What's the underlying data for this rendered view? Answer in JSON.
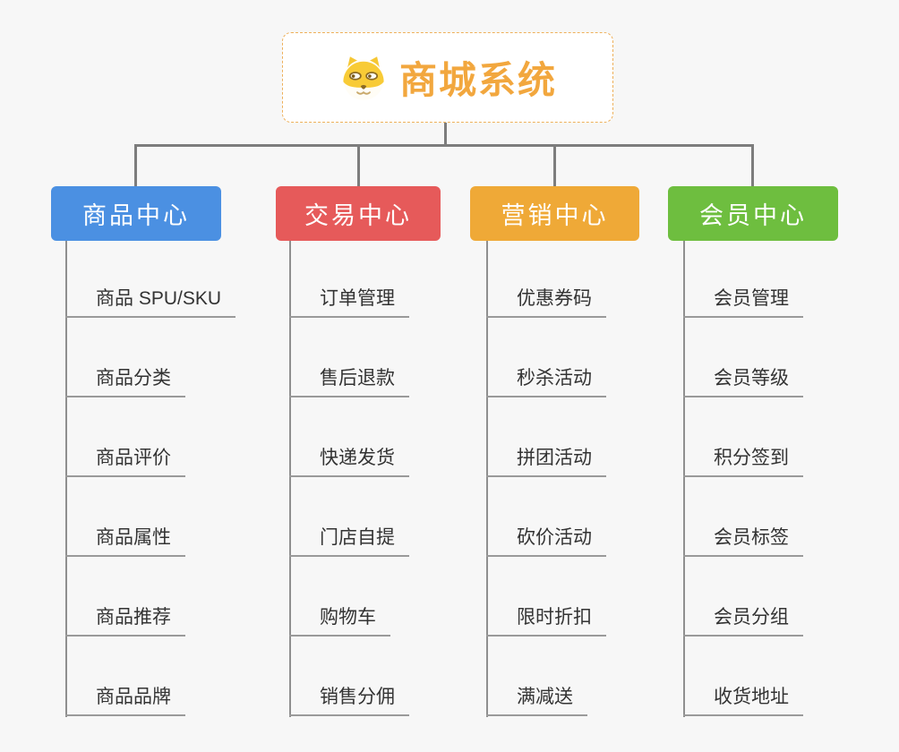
{
  "root": {
    "title": "商城系统",
    "icon": "doge-icon",
    "text_color": "#f2a73e",
    "border_color": "#eeb05a"
  },
  "connector_color": "#7d7d7d",
  "background_color": "#f7f7f7",
  "branches": [
    {
      "label": "商品中心",
      "color": "#4b90e2",
      "items": [
        "商品 SPU/SKU",
        "商品分类",
        "商品评价",
        "商品属性",
        "商品推荐",
        "商品品牌"
      ]
    },
    {
      "label": "交易中心",
      "color": "#e65a5a",
      "items": [
        "订单管理",
        "售后退款",
        "快递发货",
        "门店自提",
        "购物车",
        "销售分佣"
      ]
    },
    {
      "label": "营销中心",
      "color": "#efa937",
      "items": [
        "优惠券码",
        "秒杀活动",
        "拼团活动",
        "砍价活动",
        "限时折扣",
        "满减送"
      ]
    },
    {
      "label": "会员中心",
      "color": "#6ebe3f",
      "items": [
        "会员管理",
        "会员等级",
        "积分签到",
        "会员标签",
        "会员分组",
        "收货地址"
      ]
    }
  ]
}
